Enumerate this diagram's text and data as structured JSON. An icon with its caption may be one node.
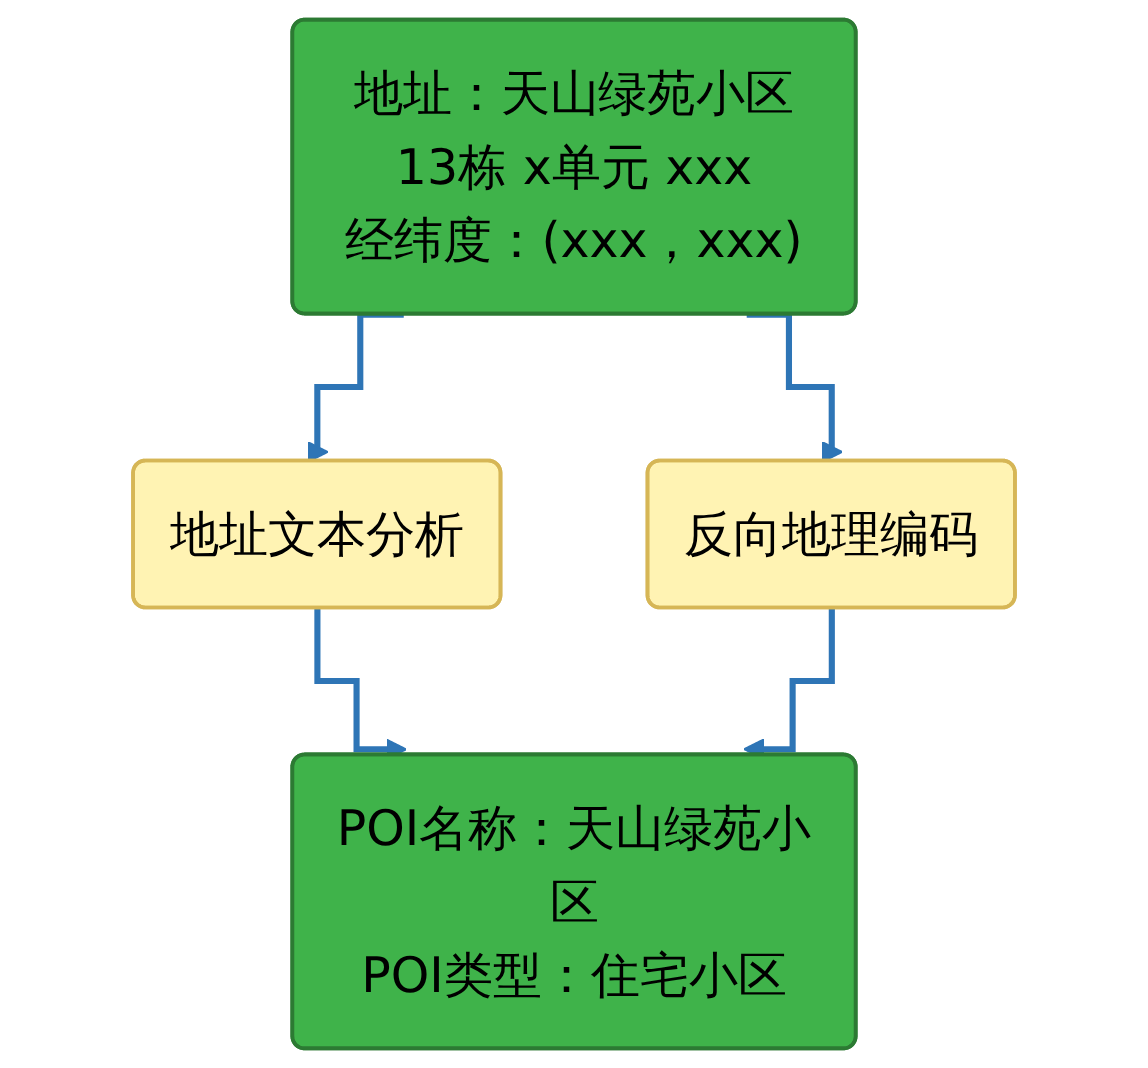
{
  "diagram": {
    "nodes": [
      {
        "text": [
          "地址：天山绿苑小区13栋 x单元 xxx",
          "经纬度：(xxx，xxx)"
        ]
      },
      {
        "text": [
          "地址文本分析"
        ]
      },
      {
        "text": [
          "反向地理编码"
        ]
      },
      {
        "text": [
          "POI名称：天山绿苑小区",
          "POI类型：住宅小区"
        ]
      }
    ],
    "edges": [
      {
        "from": 0,
        "to": 1,
        "arrow": "to"
      },
      {
        "from": 0,
        "to": 2,
        "arrow": "to"
      },
      {
        "from": 1,
        "to": 3,
        "arrow": "to"
      },
      {
        "from": 2,
        "to": 3,
        "arrow": "to"
      }
    ]
  }
}
